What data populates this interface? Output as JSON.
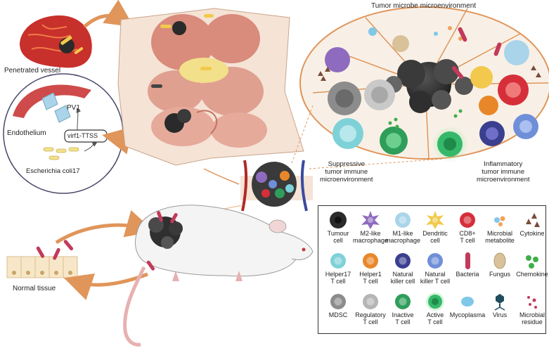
{
  "labels": {
    "penetrated_vessel": "Penetrated vessel",
    "pv1": "PV1",
    "endothelium": "Endothelium",
    "virf1_ttss": "virf1-TTSS",
    "ecoli": "Escherichia coli17",
    "tme_title": "Tumor microbe microenvironment",
    "suppressive": [
      "Suppressive",
      "tumor immune",
      "microenvironment"
    ],
    "inflammatory": [
      "Inflammatory",
      "tumor immune",
      "microenvironment"
    ],
    "normal_tissue": "Normal tissue"
  },
  "legend": [
    {
      "icon": "tumour-cell-icon",
      "lines": [
        "Tumour",
        "cell"
      ],
      "color": "#2b2b2b"
    },
    {
      "icon": "m2-macrophage-icon",
      "lines": [
        "M2-like",
        "macrophage"
      ],
      "color": "#8e6bbf"
    },
    {
      "icon": "m1-macrophage-icon",
      "lines": [
        "M1-like",
        "macrophage"
      ],
      "color": "#a9d4ea"
    },
    {
      "icon": "dendritic-cell-icon",
      "lines": [
        "Dendritic",
        "cell"
      ],
      "color": "#f2c94c"
    },
    {
      "icon": "cd8-t-cell-icon",
      "lines": [
        "CD8+",
        "T cell"
      ],
      "color": "#d62f3a"
    },
    {
      "icon": "microbial-metabolite-icon",
      "lines": [
        "Microbial",
        "metabolite"
      ],
      "color": "#f0a35a"
    },
    {
      "icon": "cytokine-icon",
      "lines": [
        "Cytokine"
      ],
      "color": "#7a4a3a"
    },
    {
      "icon": "helper17-t-cell-icon",
      "lines": [
        "Helper17",
        "T cell"
      ],
      "color": "#7fd1d8"
    },
    {
      "icon": "helper1-t-cell-icon",
      "lines": [
        "Helper1",
        "T cell"
      ],
      "color": "#e8872a"
    },
    {
      "icon": "nk-cell-icon",
      "lines": [
        "Natural",
        "killer cell"
      ],
      "color": "#3a3f8f"
    },
    {
      "icon": "nkt-cell-icon",
      "lines": [
        "Natural",
        "killer T cell"
      ],
      "color": "#6f8fd8"
    },
    {
      "icon": "bacteria-icon",
      "lines": [
        "Bacteria"
      ],
      "color": "#c23a5a"
    },
    {
      "icon": "fungus-icon",
      "lines": [
        "Fungus"
      ],
      "color": "#d9c29a"
    },
    {
      "icon": "chemokine-icon",
      "lines": [
        "Chemokine"
      ],
      "color": "#3fae4a"
    },
    {
      "icon": "mdsc-icon",
      "lines": [
        "MDSC"
      ],
      "color": "#8c8c8c"
    },
    {
      "icon": "regulatory-t-cell-icon",
      "lines": [
        "Regulatory",
        "T cell"
      ],
      "color": "#b5b5b5"
    },
    {
      "icon": "inactive-t-cell-icon",
      "lines": [
        "Inactive",
        "T cell"
      ],
      "color": "#2e9e5a"
    },
    {
      "icon": "active-t-cell-icon",
      "lines": [
        "Active",
        "T cell"
      ],
      "color": "#35b86a"
    },
    {
      "icon": "mycoplasma-icon",
      "lines": [
        "Mycoplasma"
      ],
      "color": "#7fc8e8"
    },
    {
      "icon": "virus-icon",
      "lines": [
        "Virus"
      ],
      "color": "#1f4e5f"
    },
    {
      "icon": "microbial-residue-icon",
      "lines": [
        "Microbial",
        "residue"
      ],
      "color": "#c23a5a"
    }
  ]
}
